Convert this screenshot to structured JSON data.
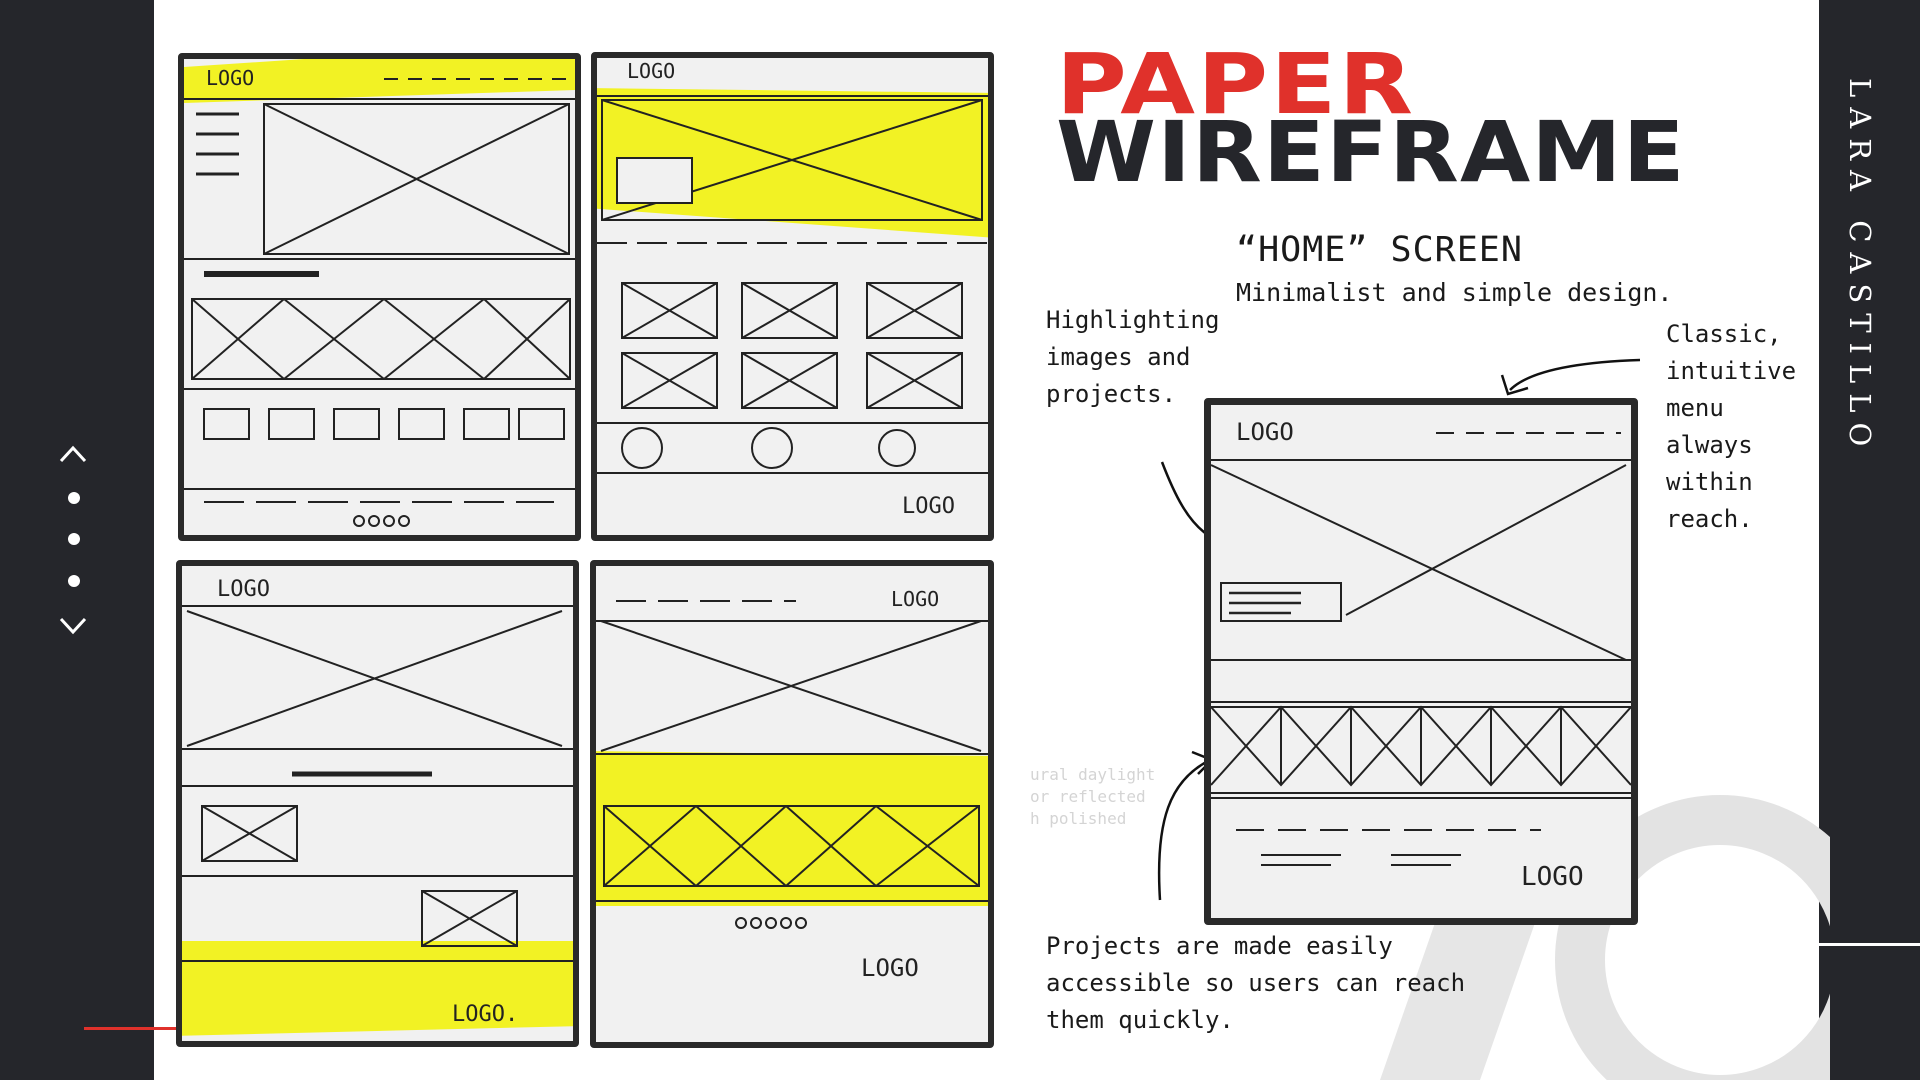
{
  "presenter": {
    "name": "LARA CASTILLO"
  },
  "title": {
    "line1": "PAPER",
    "line2": "WIREFRAME"
  },
  "screen": {
    "heading": "“HOME” SCREEN",
    "description": "Minimalist and simple design."
  },
  "notes": {
    "highlight": [
      "Highlighting",
      "images and",
      "projects."
    ],
    "menu": [
      "Classic,",
      "intuitive",
      "menu",
      "always",
      "within",
      "reach."
    ],
    "projects": [
      "Projects are made easily",
      "accessible so users can reach",
      "them quickly."
    ]
  },
  "sketch_labels": {
    "logo_a": "LOGO",
    "logo_b": "LOGO",
    "logo_c": "LOGO",
    "logo_d": "LOGO",
    "logo_footer_a": "LOGO",
    "logo_footer_b": "LOGO",
    "logo_footer_c": "LOGO.",
    "logo_final": "LOGO",
    "logo_final_footer": "LOGO"
  },
  "colors": {
    "accent": "#e0312b",
    "dark": "#25262b",
    "highlight": "#f2f200"
  },
  "icons": {
    "prev": "chevron-up-icon",
    "next": "chevron-down-icon",
    "dots": "slide-dot-icon"
  }
}
